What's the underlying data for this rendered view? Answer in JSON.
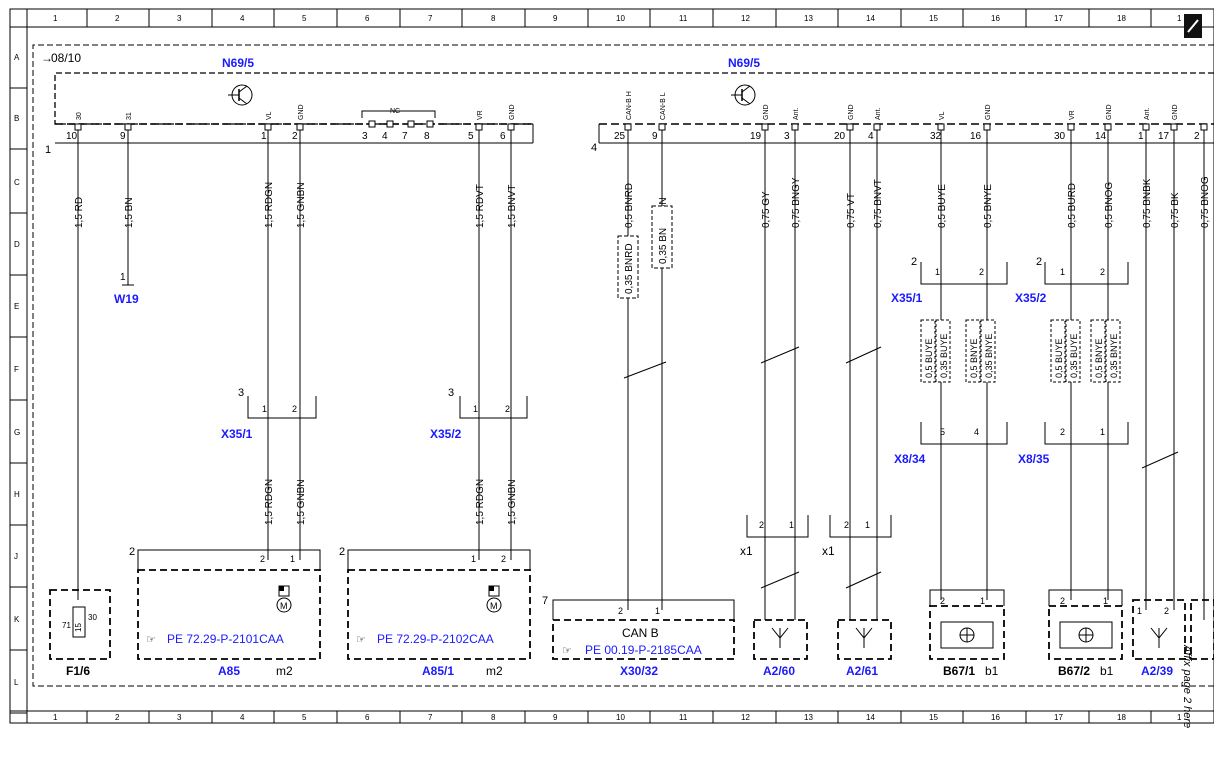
{
  "sheet": {
    "column_numbers": [
      "1",
      "2",
      "3",
      "4",
      "5",
      "6",
      "7",
      "8",
      "9",
      "10",
      "11",
      "12",
      "13",
      "14",
      "15",
      "16",
      "17",
      "18",
      "1"
    ],
    "row_letters": [
      "A",
      "B",
      "C",
      "D",
      "E",
      "F",
      "G",
      "H",
      "J",
      "K",
      "L"
    ],
    "sheet_ref": "08/10",
    "side_note": "Affix page 2 here"
  },
  "modules": {
    "left_label": "N69/5",
    "right_label": "N69/5",
    "left_bus_no": "1",
    "right_bus_no": "4",
    "nc_label": "NC"
  },
  "pin_names": [
    "30",
    "31",
    "VL",
    "GND",
    "VR",
    "GND",
    "CAN-B H",
    "CAN-B L",
    "GND",
    "Ant.",
    "GND",
    "Ant.",
    "VL",
    "GND",
    "VR",
    "GND",
    "Ant.",
    "GND"
  ],
  "pin_numbers": [
    "10",
    "9",
    "1",
    "2",
    "3",
    "4",
    "7",
    "8",
    "5",
    "6",
    "25",
    "9",
    "19",
    "3",
    "20",
    "4",
    "32",
    "16",
    "30",
    "14",
    "1",
    "17",
    "2"
  ],
  "wires_top": [
    "1,5 RD",
    "1,5 BN",
    "1,5 RDGN",
    "1,5 GNBN",
    "1,5 RDVT",
    "1,5 BNVT",
    "0,5 BNRD",
    "0,5 BN",
    "0,75 GY",
    "0,75 BNGY",
    "0,75 VT",
    "0,75 BNVT",
    "0,5 BUYE",
    "0,5 BNYE",
    "0,5 BURD",
    "0,5 BNOG",
    "0,75 BNBK",
    "0,75 BK",
    "0,75 BNOG"
  ],
  "wires_mid": [
    "0,35 BNRD",
    "0,35 BN",
    "1,5 RDGN",
    "1,5 GNBN",
    "1,5 RDGN",
    "1,5 GNBN"
  ],
  "wires_stacked": [
    "0,5 BUYE",
    "0,35 BUYE",
    "0,5 BNYE",
    "0,35 BNYE",
    "0,5 BUYE",
    "0,35 BUYE",
    "0,5 BNYE",
    "0,35 BNYE"
  ],
  "connectors": {
    "w19": "W19",
    "w19_pin": "1",
    "x35_1_left": "X35/1",
    "x35_2_left": "X35/2",
    "x35_1_right": "X35/1",
    "x35_2_right": "X35/2",
    "x8_34": "X8/34",
    "x8_35": "X8/35",
    "x1_a": "x1",
    "x1_b": "x1",
    "conn_nums": [
      "3",
      "3",
      "2",
      "2",
      "2",
      "2",
      "7"
    ],
    "pin_small": [
      "1",
      "2",
      "1",
      "2",
      "1",
      "2",
      "1",
      "2",
      "2",
      "1",
      "2",
      "1",
      "5",
      "4",
      "2",
      "1",
      "2",
      "1",
      "1",
      "2",
      "2",
      "1",
      "2",
      "1",
      "2",
      "1",
      "1",
      "2"
    ]
  },
  "components": {
    "f1_6": "F1/6",
    "fuse_pins": [
      "71",
      "30",
      "15"
    ],
    "a85": "A85",
    "a85_sub": "m2",
    "a85_1": "A85/1",
    "a85_1_sub": "m2",
    "x30_32": "X30/32",
    "can_b": "CAN B",
    "a2_60": "A2/60",
    "a2_61": "A2/61",
    "b67_1": "B67/1",
    "b67_1_sub": "b1",
    "b67_2": "B67/2",
    "b67_2_sub": "b1",
    "a2_39": "A2/39"
  },
  "references": {
    "ref1": "PE 72.29-P-2101CAA",
    "ref2": "PE 72.29-P-2102CAA",
    "ref3": "PE 00.19-P-2185CAA"
  },
  "colors": {
    "link": "#1a1aff",
    "line": "#000000"
  }
}
